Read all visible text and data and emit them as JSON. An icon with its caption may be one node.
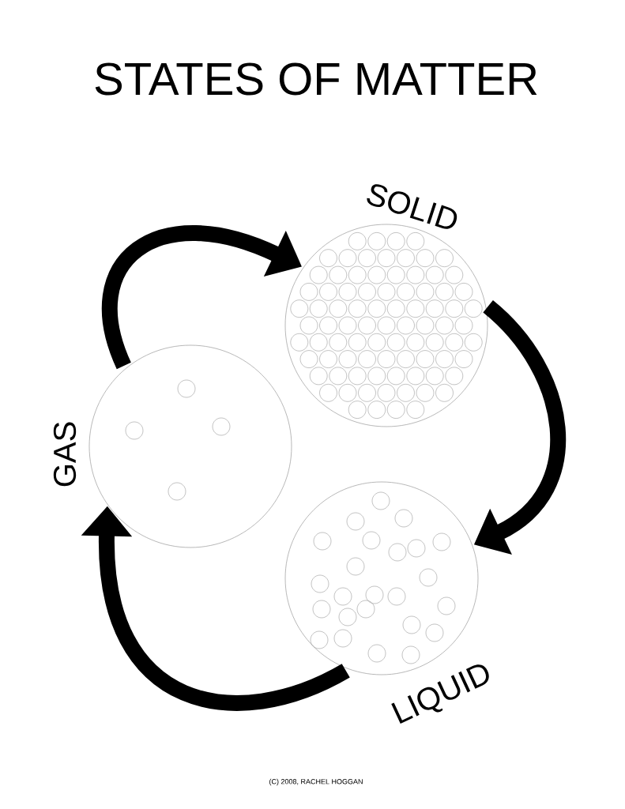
{
  "diagram": {
    "title": "STATES OF MATTER",
    "nodes": [
      {
        "text": [
          "SOLID"
        ]
      },
      {
        "text": [
          "LIQUID"
        ]
      },
      {
        "text": [
          "GAS"
        ]
      }
    ],
    "edges": [
      {
        "from": 2,
        "to": 0,
        "arrow": "to"
      },
      {
        "from": 0,
        "to": 1,
        "arrow": "to"
      },
      {
        "from": 1,
        "to": 2,
        "arrow": "to"
      }
    ],
    "caption": "(C) 2008, RACHEL HOGGAN"
  }
}
